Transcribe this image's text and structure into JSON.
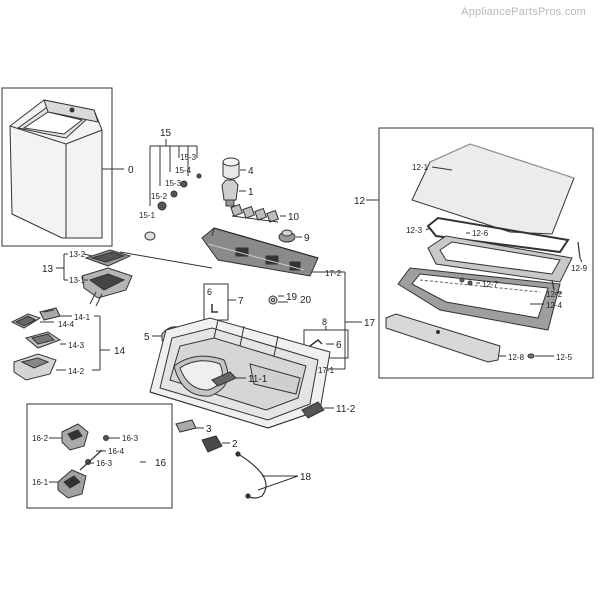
{
  "watermark": "AppliancePartsPros.com",
  "labels": {
    "l0": "0",
    "l1": "1",
    "l2": "2",
    "l3": "3",
    "l4": "4",
    "l5": "5",
    "l6a": "6",
    "l6b": "6",
    "l7": "7",
    "l8": "8",
    "l9": "9",
    "l10": "10",
    "l11_1": "11-1",
    "l11_2": "11-2",
    "l12": "12",
    "l12_1": "12-1",
    "l12_2": "12-2",
    "l12_3": "12-3",
    "l12_4": "12-4",
    "l12_5": "12-5",
    "l12_6": "12-6",
    "l12_7": "12-7",
    "l12_8": "12-8",
    "l12_9": "12-9",
    "l13": "13",
    "l13_1": "13-1",
    "l13_2": "13-2",
    "l14": "14",
    "l14_1": "14-1",
    "l14_2": "14-2",
    "l14_3": "14-3",
    "l14_4": "14-4",
    "l15": "15",
    "l15_1": "15-1",
    "l15_2": "15-2",
    "l15_3a": "15-3",
    "l15_3b": "15-3",
    "l15_4": "15-4",
    "l16": "16",
    "l16_1": "16-1",
    "l16_2": "16-2",
    "l16_3a": "16-3",
    "l16_3b": "16-3",
    "l16_4": "16-4",
    "l17": "17",
    "l17_1": "17-1",
    "l17_2": "17-2",
    "l18": "18",
    "l19": "19",
    "l20": "20"
  }
}
